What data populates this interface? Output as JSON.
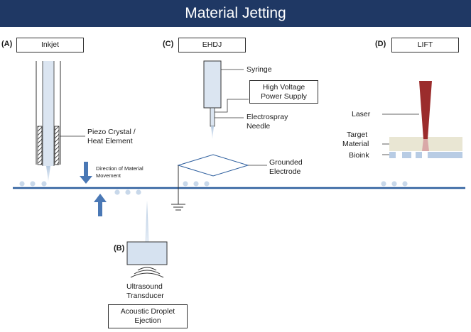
{
  "title": "Material Jetting",
  "panels": {
    "a": {
      "letter": "(A)",
      "name": "Inkjet"
    },
    "b": {
      "letter": "(B)",
      "name_line1": "Acoustic Droplet",
      "name_line2": "Ejection"
    },
    "c": {
      "letter": "(C)",
      "name": "EHDJ"
    },
    "d": {
      "letter": "(D)",
      "name": "LIFT"
    }
  },
  "labels": {
    "piezo_line1": "Piezo Crystal /",
    "piezo_line2": "Heat Element",
    "direction_line1": "Direction of Material",
    "direction_line2": "Movement",
    "ultrasound_line1": "Ultrasound",
    "ultrasound_line2": "Transducer",
    "syringe": "Syringe",
    "hv_line1": "High Voltage",
    "hv_line2": "Power Supply",
    "needle_line1": "Electrospray",
    "needle_line2": "Needle",
    "electrode_line1": "Grounded",
    "electrode_line2": "Electrode",
    "laser": "Laser",
    "target_line1": "Target",
    "target_line2": "Material",
    "bioink": "Bioink"
  },
  "colors": {
    "header": "#1f3864",
    "platform": "#2e5f9e",
    "droplet": "#c8d8ea",
    "laser": "#9b2c2c",
    "target_material": "#e9e6d3",
    "bioink": "#b8cce4",
    "arrow": "#4a78b5"
  }
}
